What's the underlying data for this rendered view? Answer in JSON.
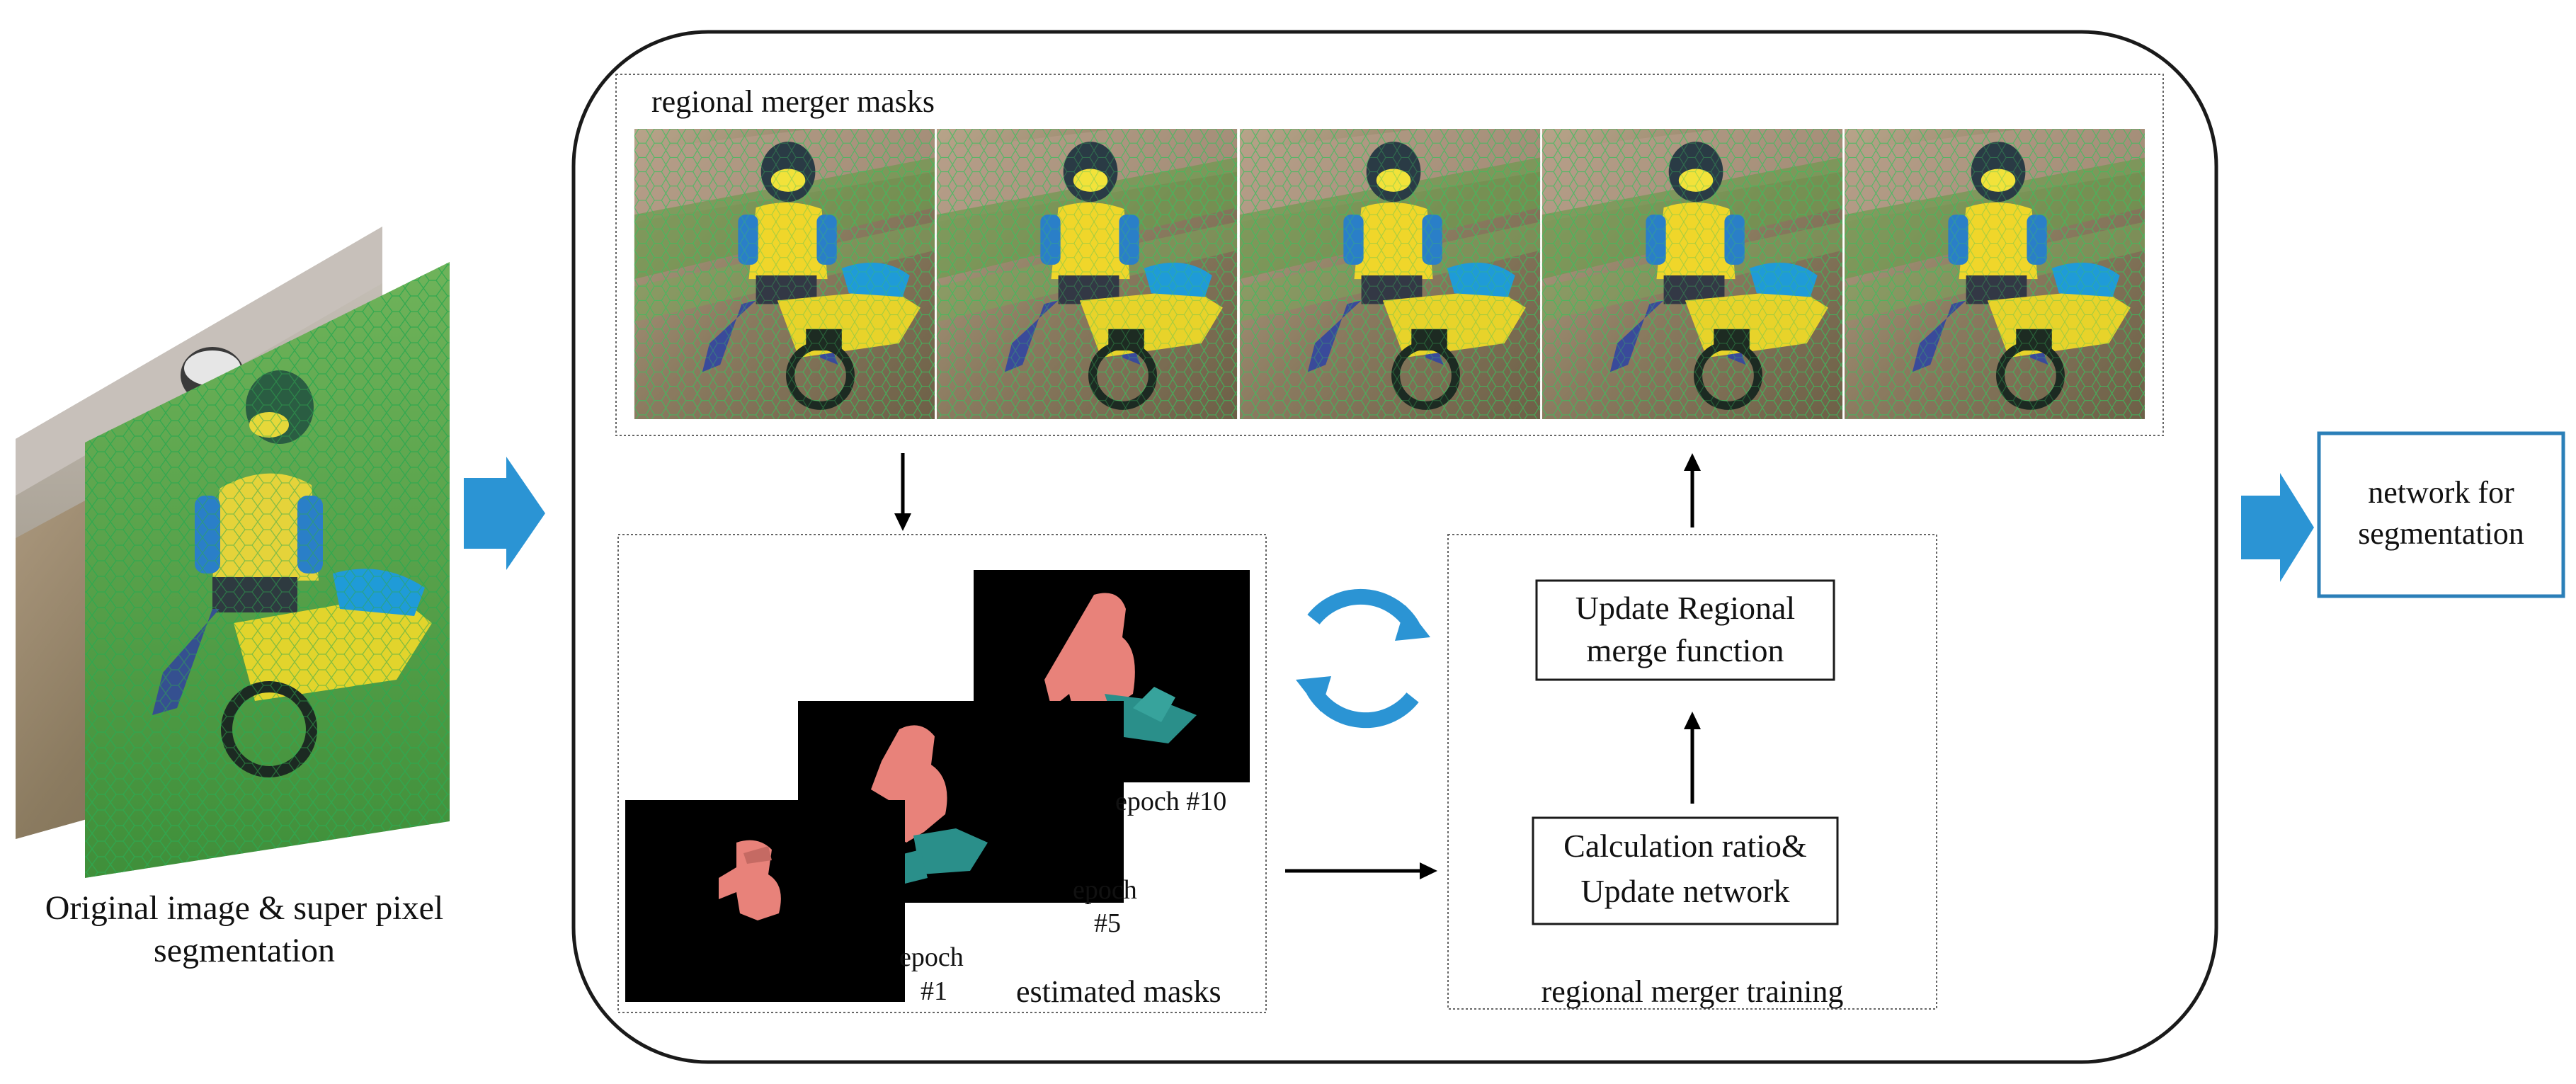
{
  "input_caption_line1": "Original image & super pixel",
  "input_caption_line2": "segmentation",
  "merger_masks": {
    "title": "regional merger masks",
    "frame_count": 5
  },
  "estimated_masks": {
    "title": "estimated masks",
    "epochs": [
      {
        "label": "epoch",
        "number": "#1"
      },
      {
        "label": "epoch",
        "number": "#5"
      },
      {
        "label": "epoch #10"
      }
    ]
  },
  "training": {
    "title": "regional merger training",
    "step_calc_line1": "Calculation ratio&",
    "step_calc_line2": "Update network",
    "step_update_line1": "Update Regional",
    "step_update_line2": "merge function"
  },
  "output": {
    "line1": "network for",
    "line2": "segmentation"
  },
  "colors": {
    "accent_blue": "#2b94d4",
    "mask_pink": "#e8827a",
    "mask_teal": "#2a8f8a",
    "grass": "#4ea83b"
  },
  "icons": [
    "right-arrow-icon",
    "cycle-icon"
  ]
}
